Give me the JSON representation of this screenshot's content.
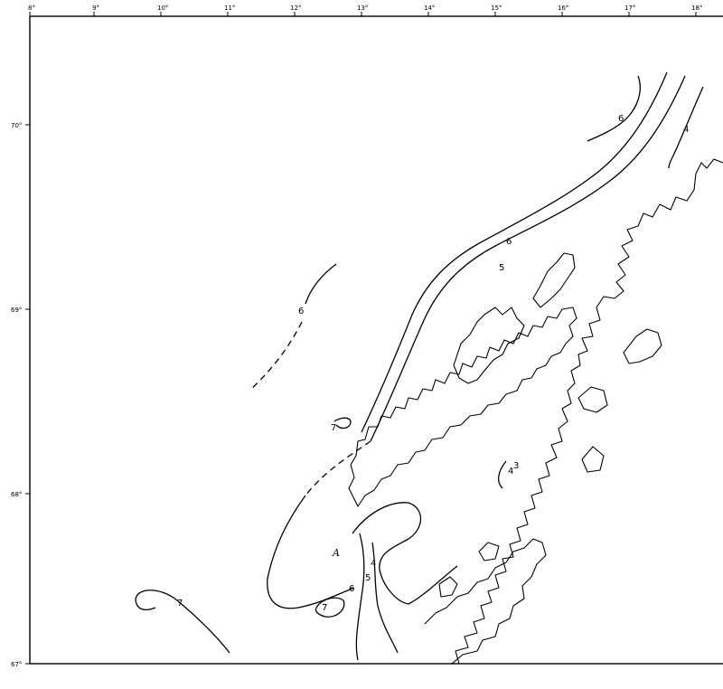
{
  "longitude_labels": [
    "8°",
    "9°",
    "10°",
    "11°",
    "12°",
    "13°",
    "14°",
    "15°",
    "16°",
    "17°",
    "18°"
  ],
  "latitude_labels": [
    "70°",
    "69°",
    "68°",
    "67°"
  ],
  "contours": [
    {
      "id": "contour-4-north",
      "label": "4"
    },
    {
      "id": "contour-6-north",
      "label": "6"
    },
    {
      "id": "contour-6-main",
      "label": "6"
    },
    {
      "id": "contour-5-main",
      "label": "5"
    },
    {
      "id": "contour-6-west",
      "label": "6"
    },
    {
      "id": "contour-7-small",
      "label": "7"
    },
    {
      "id": "contour-7-southwest",
      "label": "7"
    },
    {
      "id": "contour-7-loop",
      "label": "7"
    },
    {
      "id": "contour-6-south",
      "label": "6"
    },
    {
      "id": "contour-5-south",
      "label": "5"
    },
    {
      "id": "contour-4-south",
      "label": "4"
    },
    {
      "id": "contour-4-coast",
      "label": "4"
    },
    {
      "id": "contour-3-coast",
      "label": "3"
    }
  ],
  "station_marker": "A"
}
